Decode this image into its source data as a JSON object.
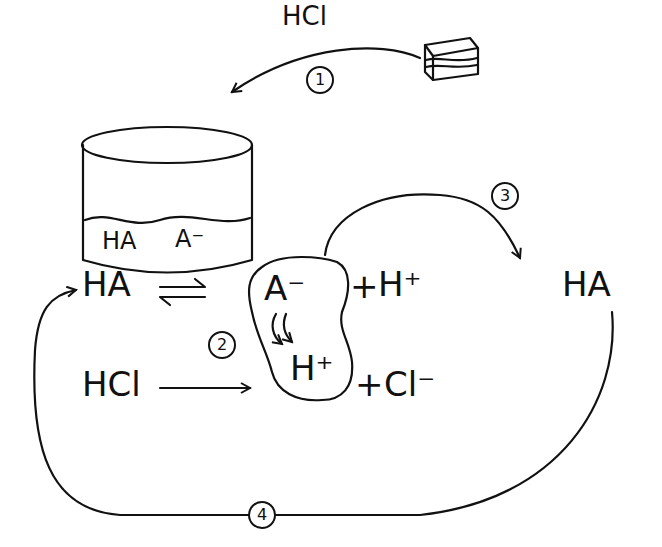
{
  "diagram": {
    "nodes": [
      {
        "text": [
          "HA",
          "A⁻"
        ]
      },
      {
        "text": [
          "A⁻",
          "H⁺"
        ]
      }
    ],
    "labels": [
      "HCl",
      "1",
      "HA",
      "+",
      "H⁺",
      "HCl",
      "+",
      "Cl⁻",
      "2",
      "3",
      "HA",
      "4"
    ]
  }
}
